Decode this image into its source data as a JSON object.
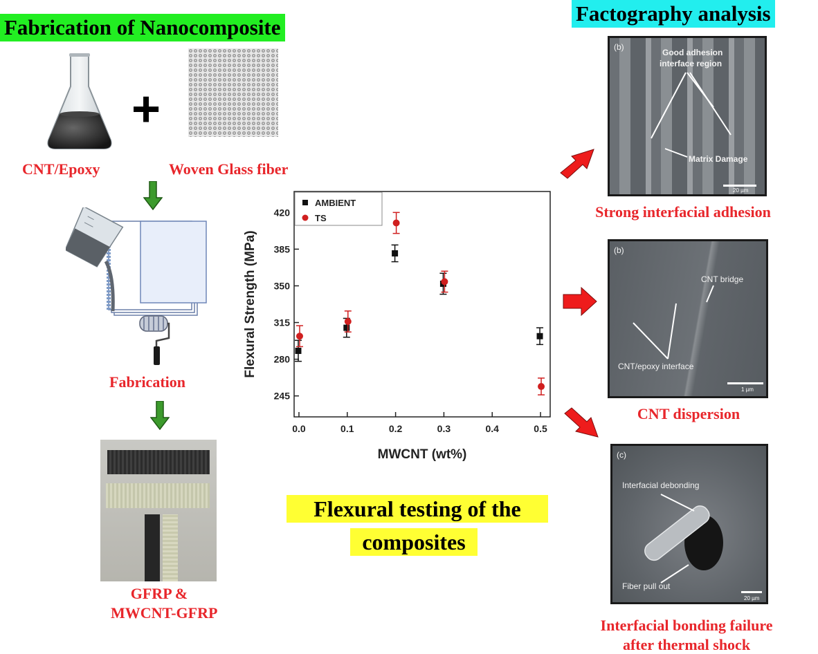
{
  "left": {
    "title": "Fabrication of Nanocomposite",
    "title_bg": "#22ee22",
    "plus": "+",
    "cnt_label": "CNT/Epoxy",
    "fiber_label": "Woven Glass fiber",
    "fabrication_label": "Fabrication",
    "product_label_1": "GFRP &",
    "product_label_2": "MWCNT-GFRP",
    "arrow_color": "#3c9a2c"
  },
  "center": {
    "caption_1": "Flexural testing of the",
    "caption_2": "composites"
  },
  "right": {
    "title": "Factography analysis",
    "title_bg": "#22eeee",
    "panels": [
      {
        "tag": "(b)",
        "annot_1": "Good adhesion",
        "annot_2": "interface region",
        "annot_3": "Matrix Damage",
        "scale": "20 µm",
        "caption": "Strong interfacial adhesion"
      },
      {
        "tag": "(b)",
        "annot_1": "CNT bridge",
        "annot_2": "CNT/epoxy interface",
        "scale": "1 µm",
        "caption": "CNT dispersion"
      },
      {
        "tag": "(c)",
        "annot_1": "Interfacial debonding",
        "annot_2": "Fiber pull out",
        "scale": "20 µm",
        "caption_1": "Interfacial bonding failure",
        "caption_2": "after thermal shock"
      }
    ]
  },
  "chart_data": {
    "type": "scatter",
    "xlabel": "MWCNT (wt%)",
    "ylabel": "Flexural Strength (MPa)",
    "xlim": [
      -0.01,
      0.52
    ],
    "ylim": [
      225,
      440
    ],
    "xticks": [
      0.0,
      0.1,
      0.2,
      0.3,
      0.4,
      0.5
    ],
    "xtick_labels": [
      "0.0",
      "0.1",
      "0.2",
      "0.3",
      "0.4",
      "0.5"
    ],
    "yticks": [
      245,
      280,
      315,
      350,
      385,
      420
    ],
    "ytick_labels": [
      "245",
      "280",
      "315",
      "350",
      "385",
      "420"
    ],
    "legend_position": "top-left",
    "series": [
      {
        "name": "AMBIENT",
        "marker": "square",
        "color": "#111111",
        "x": [
          0.0,
          0.1,
          0.2,
          0.3,
          0.5
        ],
        "y": [
          288,
          310,
          381,
          352,
          302
        ],
        "err": [
          10,
          9,
          8,
          10,
          8
        ]
      },
      {
        "name": "TS",
        "marker": "circle",
        "color": "#d01f1f",
        "x": [
          0.0,
          0.1,
          0.2,
          0.3,
          0.5
        ],
        "y": [
          302,
          316,
          410,
          354,
          254
        ],
        "err": [
          10,
          10,
          10,
          10,
          8
        ]
      }
    ]
  }
}
